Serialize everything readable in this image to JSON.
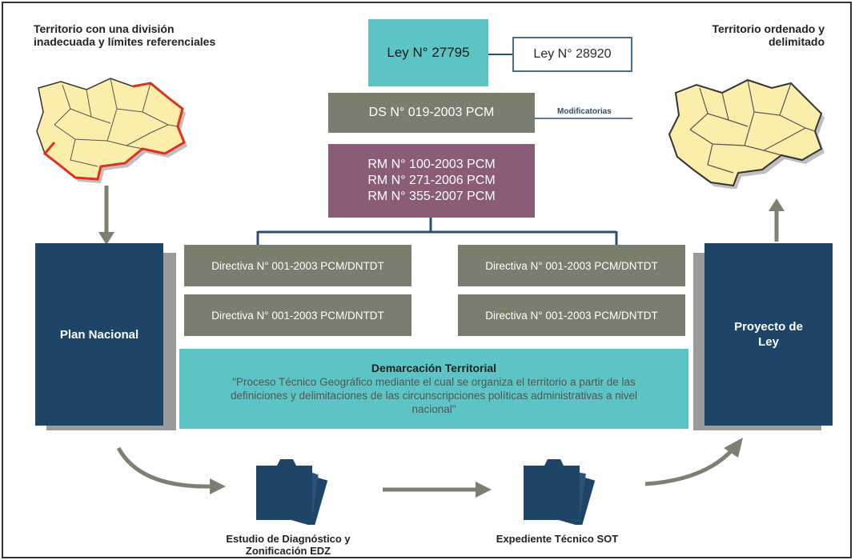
{
  "texts": {
    "left_title": "Territorio con una división inadecuada y límites referenciales",
    "right_title": "Territorio ordenado y delimitado",
    "ley1": "Ley N° 27795",
    "ley2": "Ley N° 28920",
    "ds": "DS N° 019-2003 PCM",
    "modificatorias": "Modificatorias",
    "rm": [
      "RM N° 100-2003 PCM",
      "RM N° 271-2006 PCM",
      "RM N° 355-2007 PCM"
    ],
    "directivas": [
      "Directiva N° 001-2003 PCM/DNTDT",
      "Directiva N° 001-2003 PCM/DNTDT",
      "Directiva N° 001-2003 PCM/DNTDT",
      "Directiva N° 001-2003 PCM/DNTDT"
    ],
    "plan": "Plan Nacional",
    "proyecto": "Proyecto de Ley",
    "demarcacion_title": "Demarcación Territorial",
    "demarcacion_text": "\"Proceso Técnico Geográfico mediante el cual se organiza el territorio a partir de las definiciones y delimitaciones de las circunscripciones políticas administrativas a nivel nacional\"",
    "edz": "Estudio de Diagnóstico y Zonificación EDZ",
    "sot": "Expediente Técnico SOT"
  },
  "colors": {
    "teal": "#5cc4c4",
    "gray": "#7a7e6e",
    "purple": "#8a5c78",
    "navy": "#1e4468",
    "connector": "#2c4f70",
    "map_fill": "#fbeeaa",
    "map_border_red": "#e03020",
    "arrow": "#7c8070"
  },
  "icons": [
    "map-icon",
    "folder-icon",
    "book-icon",
    "arrow-icon"
  ]
}
